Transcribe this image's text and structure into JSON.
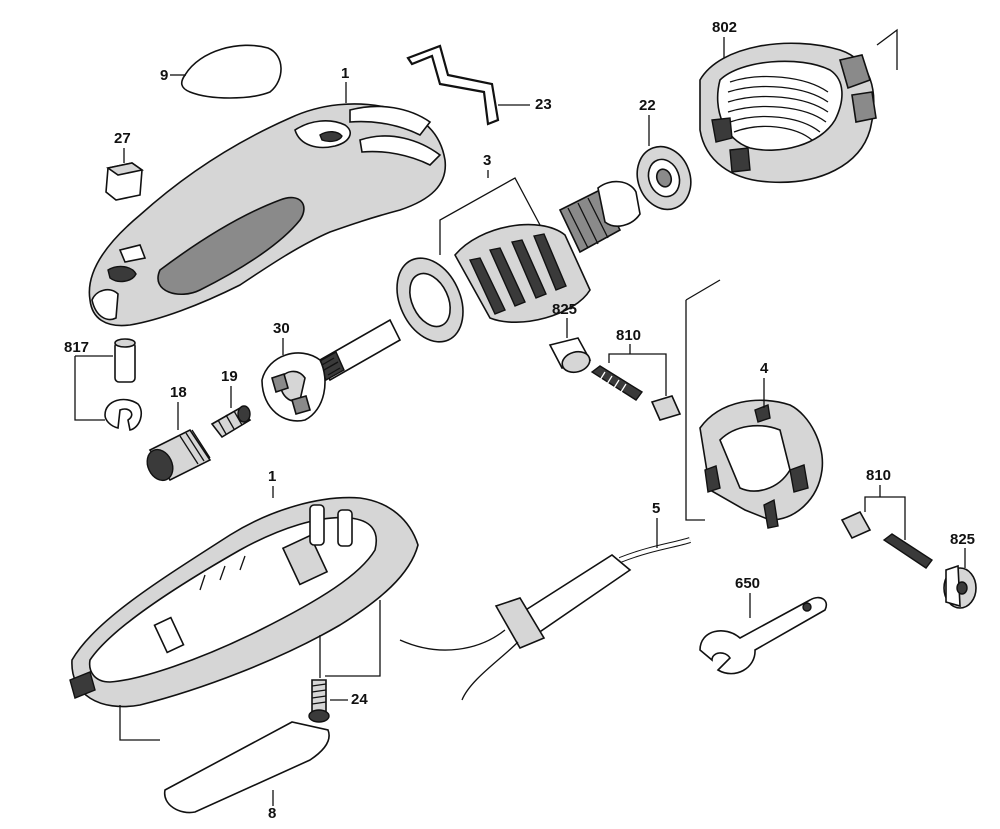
{
  "diagram": {
    "callouts": {
      "c_9": "9",
      "c_1_top": "1",
      "c_23": "23",
      "c_802": "802",
      "c_22": "22",
      "c_27": "27",
      "c_3": "3",
      "c_825_top": "825",
      "c_810_top": "810",
      "c_817": "817",
      "c_30": "30",
      "c_19": "19",
      "c_18": "18",
      "c_4": "4",
      "c_810_right": "810",
      "c_825_right": "825",
      "c_1_bottom": "1",
      "c_5": "5",
      "c_650": "650",
      "c_24": "24",
      "c_8": "8"
    }
  }
}
